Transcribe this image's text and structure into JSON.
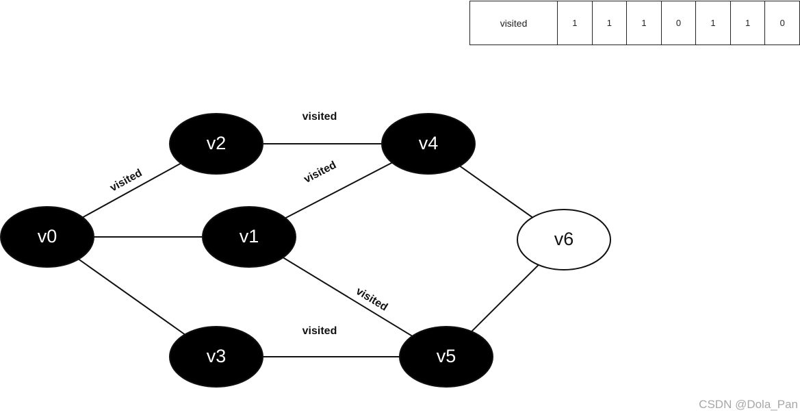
{
  "visited_table": {
    "header": "visited",
    "values": [
      "1",
      "1",
      "1",
      "0",
      "1",
      "1",
      "0"
    ]
  },
  "graph": {
    "nodes": [
      {
        "id": "v0",
        "label": "v0",
        "visited": true
      },
      {
        "id": "v1",
        "label": "v1",
        "visited": true
      },
      {
        "id": "v2",
        "label": "v2",
        "visited": true
      },
      {
        "id": "v3",
        "label": "v3",
        "visited": true
      },
      {
        "id": "v4",
        "label": "v4",
        "visited": true
      },
      {
        "id": "v5",
        "label": "v5",
        "visited": true
      },
      {
        "id": "v6",
        "label": "v6",
        "visited": false
      }
    ],
    "edges": [
      {
        "from": "v0",
        "to": "v2",
        "label": "visited"
      },
      {
        "from": "v0",
        "to": "v1",
        "label": ""
      },
      {
        "from": "v0",
        "to": "v3",
        "label": ""
      },
      {
        "from": "v2",
        "to": "v4",
        "label": "visited"
      },
      {
        "from": "v1",
        "to": "v4",
        "label": "visited"
      },
      {
        "from": "v1",
        "to": "v5",
        "label": "visited"
      },
      {
        "from": "v3",
        "to": "v5",
        "label": "visited"
      },
      {
        "from": "v4",
        "to": "v6",
        "label": ""
      },
      {
        "from": "v5",
        "to": "v6",
        "label": ""
      }
    ]
  },
  "colors": {
    "visited_fill": "#000000",
    "visited_text": "#ffffff",
    "unvisited_fill": "#ffffff",
    "unvisited_text": "#111111",
    "edge": "#111111"
  },
  "watermark": "CSDN @Dola_Pan"
}
